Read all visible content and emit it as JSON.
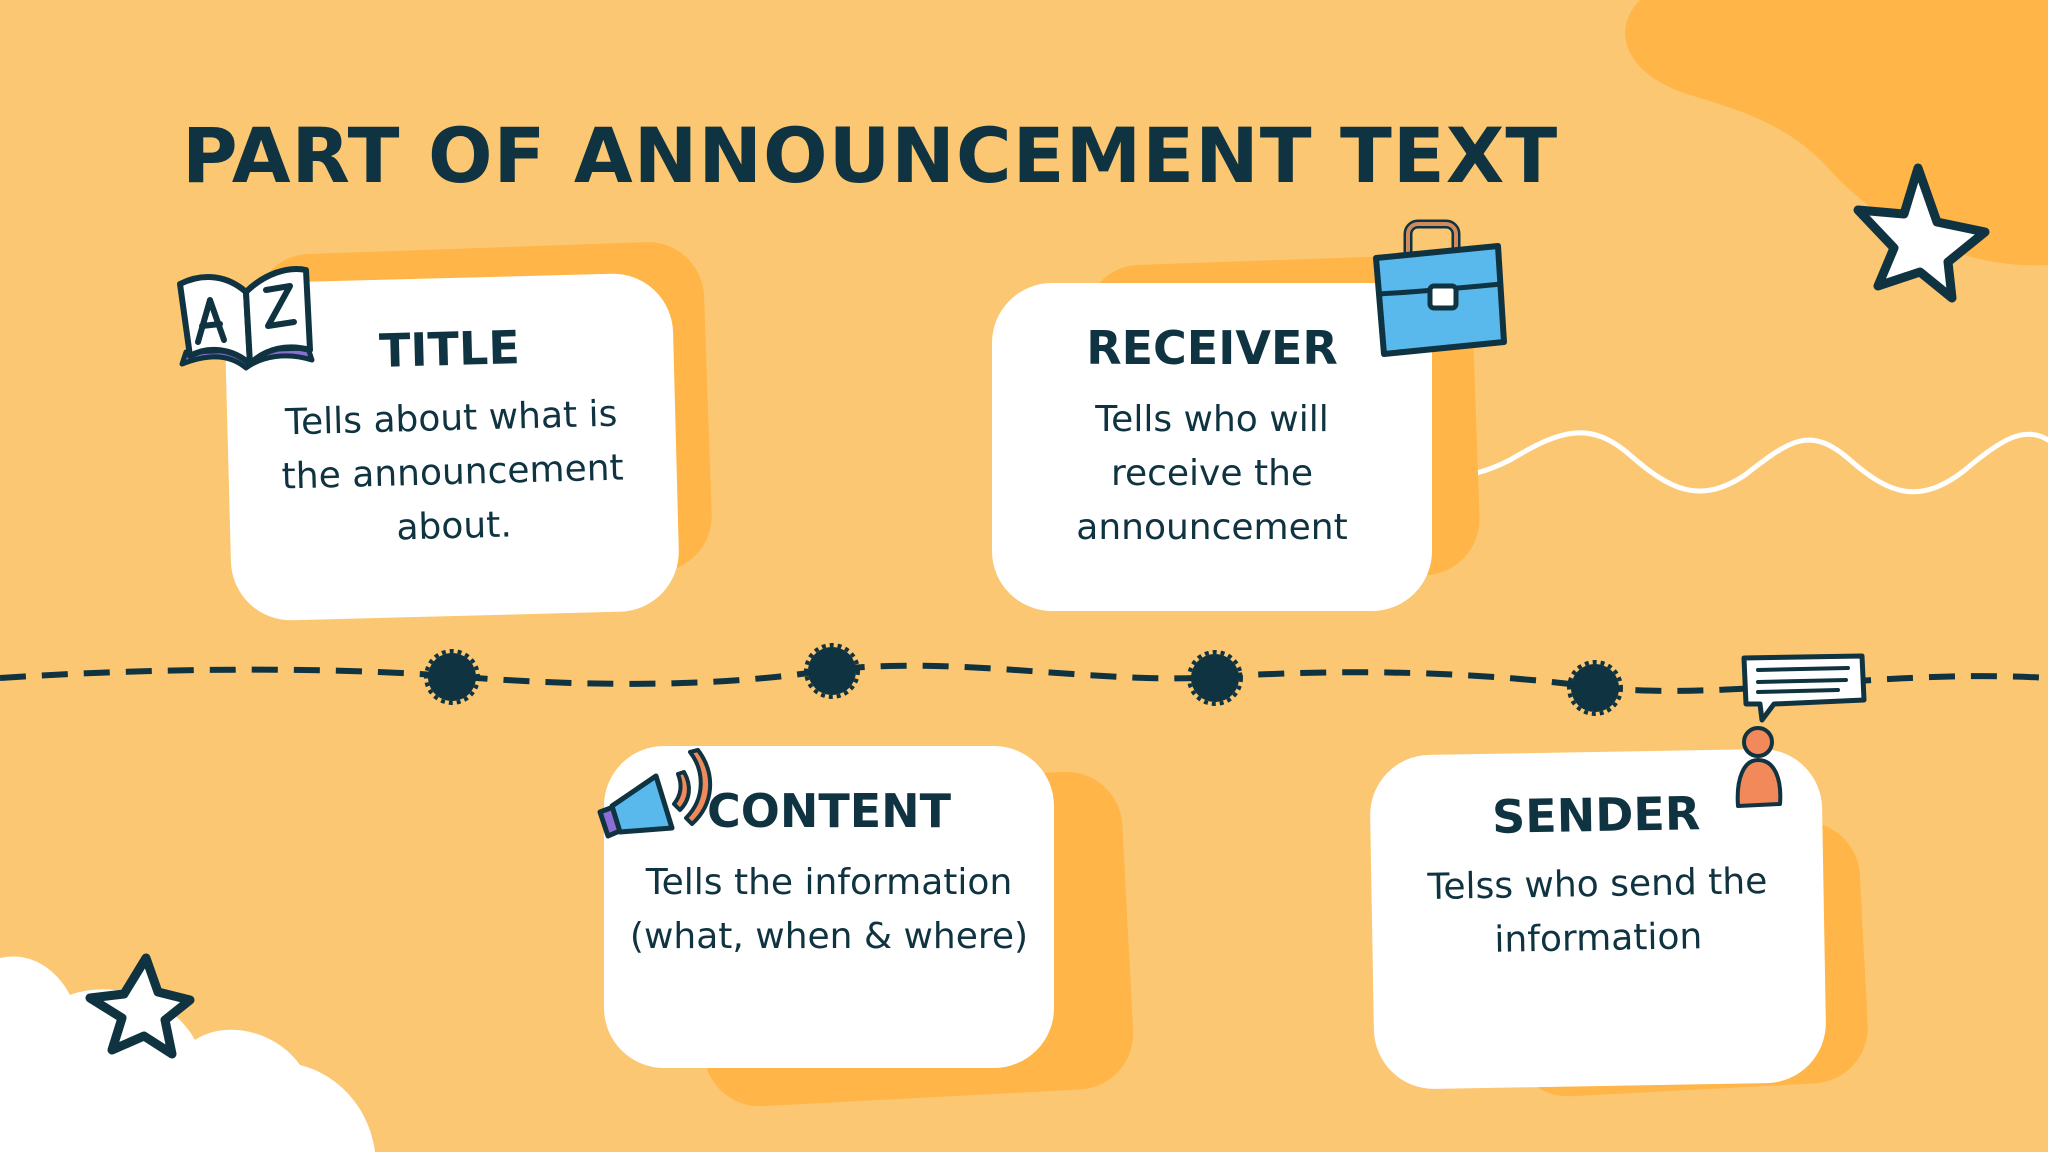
{
  "slide": {
    "title": "PART OF ANNOUNCEMENT TEXT"
  },
  "cards": [
    {
      "heading": "TITLE",
      "description": "Tells about what is the announcement about.",
      "icon": "open-book-az-icon"
    },
    {
      "heading": "RECEIVER",
      "description": "Tells who will receive the announcement",
      "icon": "briefcase-icon"
    },
    {
      "heading": "CONTENT",
      "description": "Tells the information (what, when & where)",
      "icon": "megaphone-icon"
    },
    {
      "heading": "SENDER",
      "description": "Telss who send the information",
      "icon": "person-speech-bubble-icon"
    }
  ],
  "colors": {
    "background": "#fcc772",
    "background_blob": "#ffb547",
    "card_fill": "#ffffff",
    "text": "#0f3340",
    "icon_blue": "#59b8ec",
    "icon_orange": "#f2895a",
    "icon_purple": "#8b6fd6"
  },
  "decorations": [
    "star-icon",
    "star-icon",
    "timeline-dashed-line",
    "squiggle-line"
  ]
}
